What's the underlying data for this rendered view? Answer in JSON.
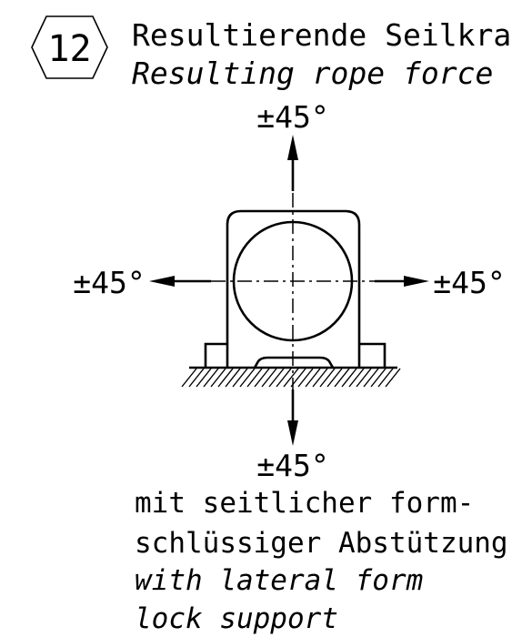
{
  "badge": {
    "number": "12"
  },
  "title": {
    "de": "Resultierende Seilkraft",
    "en": "Resulting rope force"
  },
  "angles": {
    "top": "±45°",
    "left": "±45°",
    "right": "±45°",
    "bottom": "±45°"
  },
  "caption": {
    "de_line1": "mit seitlicher form-",
    "de_line2": "schlüssiger Abstützung",
    "en_line1": "with lateral form",
    "en_line2": "lock support"
  }
}
